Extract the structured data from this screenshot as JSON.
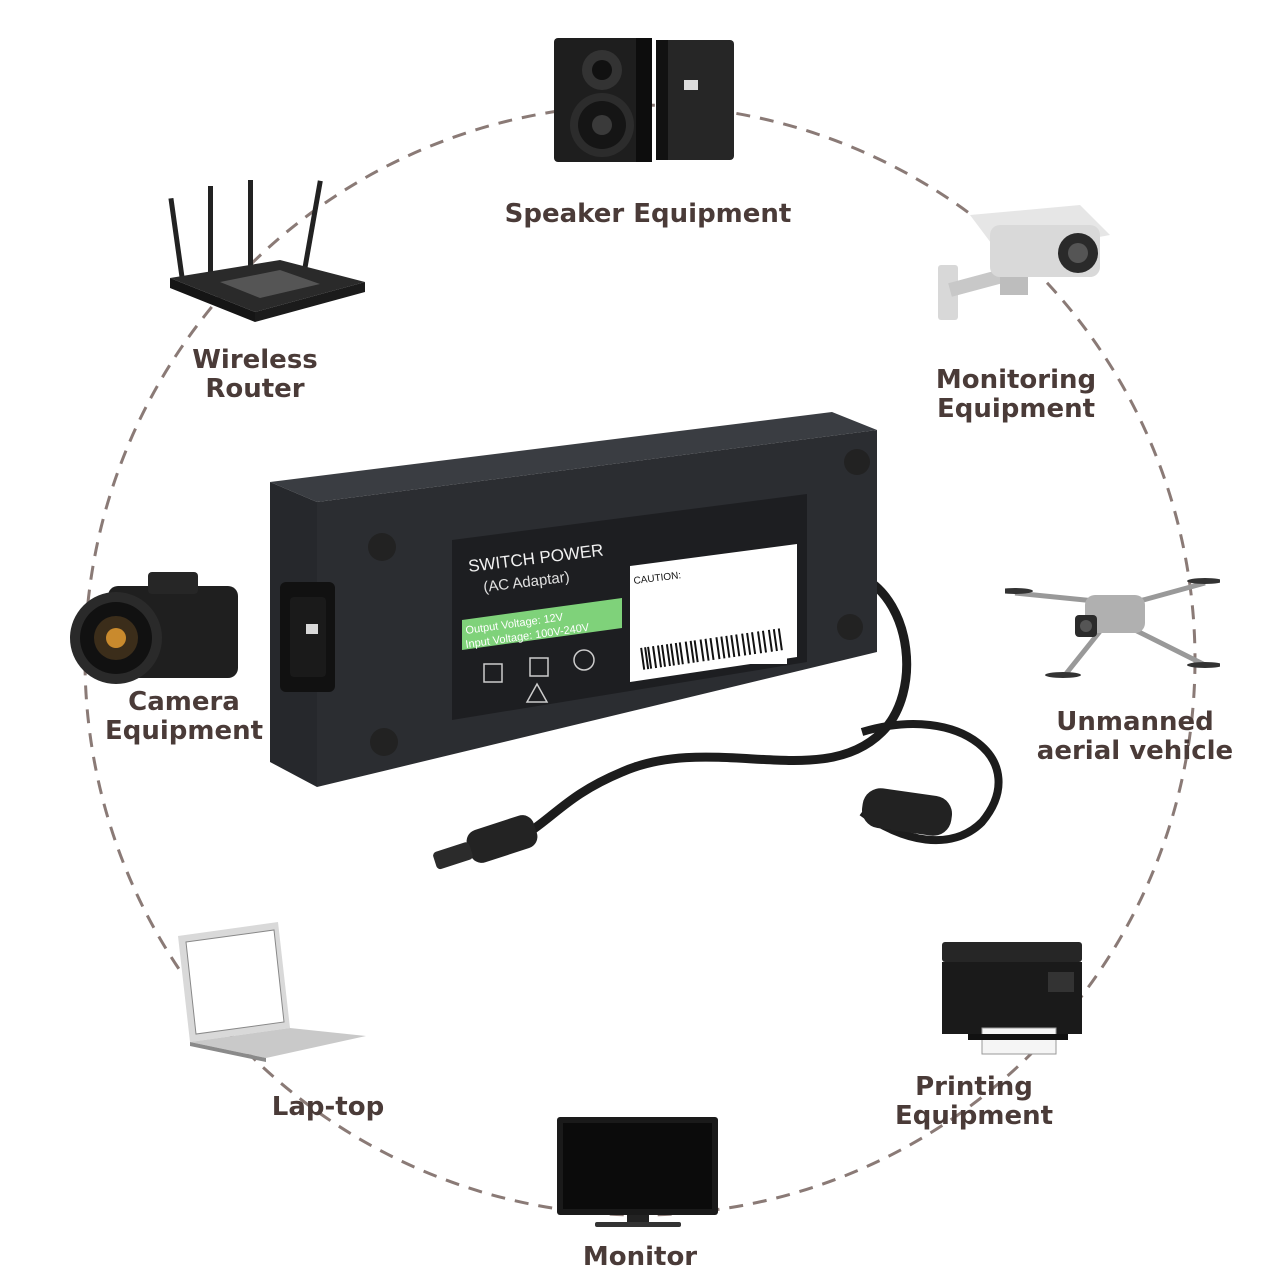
{
  "devices": {
    "speaker": {
      "label": "Speaker Equipment"
    },
    "router": {
      "line1": "Wireless",
      "line2": "Router"
    },
    "monitoring": {
      "line1": "Monitoring",
      "line2": "Equipment"
    },
    "camera": {
      "line1": "Camera",
      "line2": "Equipment"
    },
    "uav": {
      "line1": "Unmanned",
      "line2": "aerial vehicle"
    },
    "laptop": {
      "label": "Lap-top"
    },
    "printer": {
      "line1": "Printing",
      "line2": "Equipment"
    },
    "monitor": {
      "label": "Monitor"
    }
  },
  "adapter": {
    "title": "SWITCH POWER",
    "subtitle": "(AC Adaptar)",
    "output": "Output Voltage: 12V",
    "input": "Input Voltage: 100V-240V",
    "caution": "CAUTION:"
  },
  "colors": {
    "label_text": "#4a3b38",
    "dashed_circle": "#8a7a76",
    "adapter_body": "#2b2d31",
    "voltage_band": "#7fd27a"
  },
  "icons": [
    "speaker-icon",
    "router-icon",
    "security-camera-icon",
    "camera-icon",
    "drone-icon",
    "laptop-icon",
    "printer-icon",
    "monitor-icon",
    "power-adapter-icon"
  ]
}
